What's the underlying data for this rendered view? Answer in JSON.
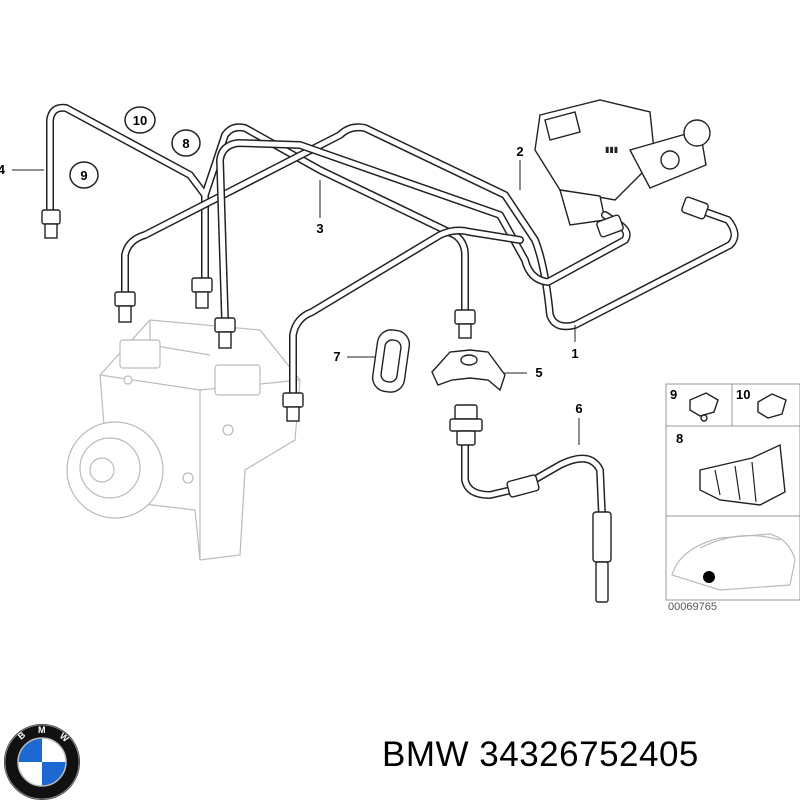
{
  "diagram": {
    "callouts": {
      "c1": "1",
      "c2": "2",
      "c3": "3",
      "c4": "4",
      "c5": "5",
      "c6": "6",
      "c7": "7",
      "c8": "8",
      "c9": "9",
      "c10": "10"
    },
    "inset": {
      "label_9": "9",
      "label_10": "10",
      "label_8": "8",
      "drawing_number": "00069765"
    }
  },
  "footer": {
    "brand": "BMW",
    "part_number": "34326752405"
  },
  "logo": {
    "letters": "BMW",
    "colors": {
      "blue": "#1c69d4",
      "white": "#ffffff",
      "black": "#111111"
    }
  }
}
